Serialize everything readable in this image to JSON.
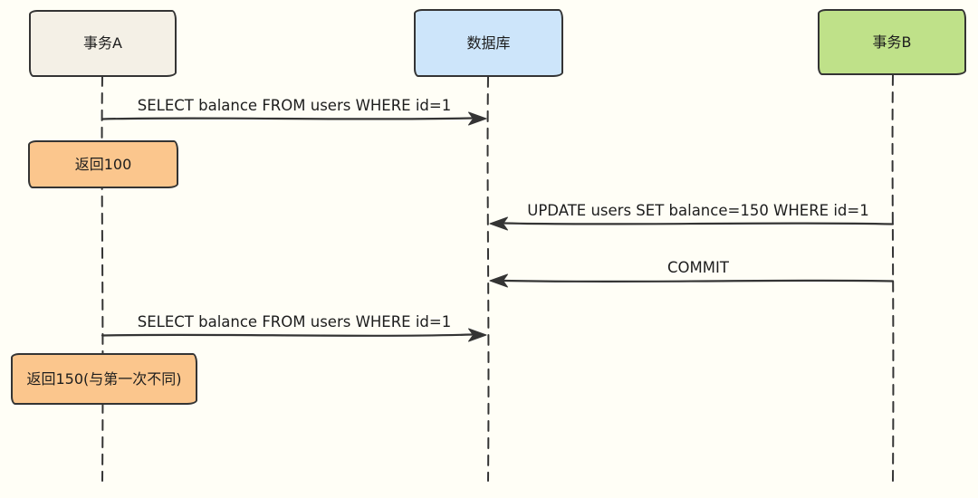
{
  "diagram": {
    "actors": [
      {
        "id": "transaction-a",
        "label": "事务A"
      },
      {
        "id": "database",
        "label": "数据库"
      },
      {
        "id": "transaction-b",
        "label": "事务B"
      }
    ],
    "messages": [
      {
        "label": "SELECT balance FROM users WHERE id=1",
        "from": "事务A",
        "to": "数据库",
        "direction": "right"
      },
      {
        "label": "UPDATE users SET balance=150 WHERE id=1",
        "from": "事务B",
        "to": "数据库",
        "direction": "left"
      },
      {
        "label": "COMMIT",
        "from": "事务B",
        "to": "数据库",
        "direction": "left"
      },
      {
        "label": "SELECT balance FROM users WHERE id=1",
        "from": "事务A",
        "to": "数据库",
        "direction": "right"
      }
    ],
    "notes": [
      {
        "label": "返回100",
        "attached_to": "事务A"
      },
      {
        "label": "返回150(与第一次不同)",
        "attached_to": "事务A"
      }
    ],
    "colors": {
      "background": "#fffef6",
      "actor_a_fill": "#f4f0e6",
      "database_fill": "#cde5fa",
      "actor_b_fill": "#bfe189",
      "note_fill": "#fbc68d",
      "stroke": "#343434",
      "text": "#1d1d1d"
    }
  }
}
